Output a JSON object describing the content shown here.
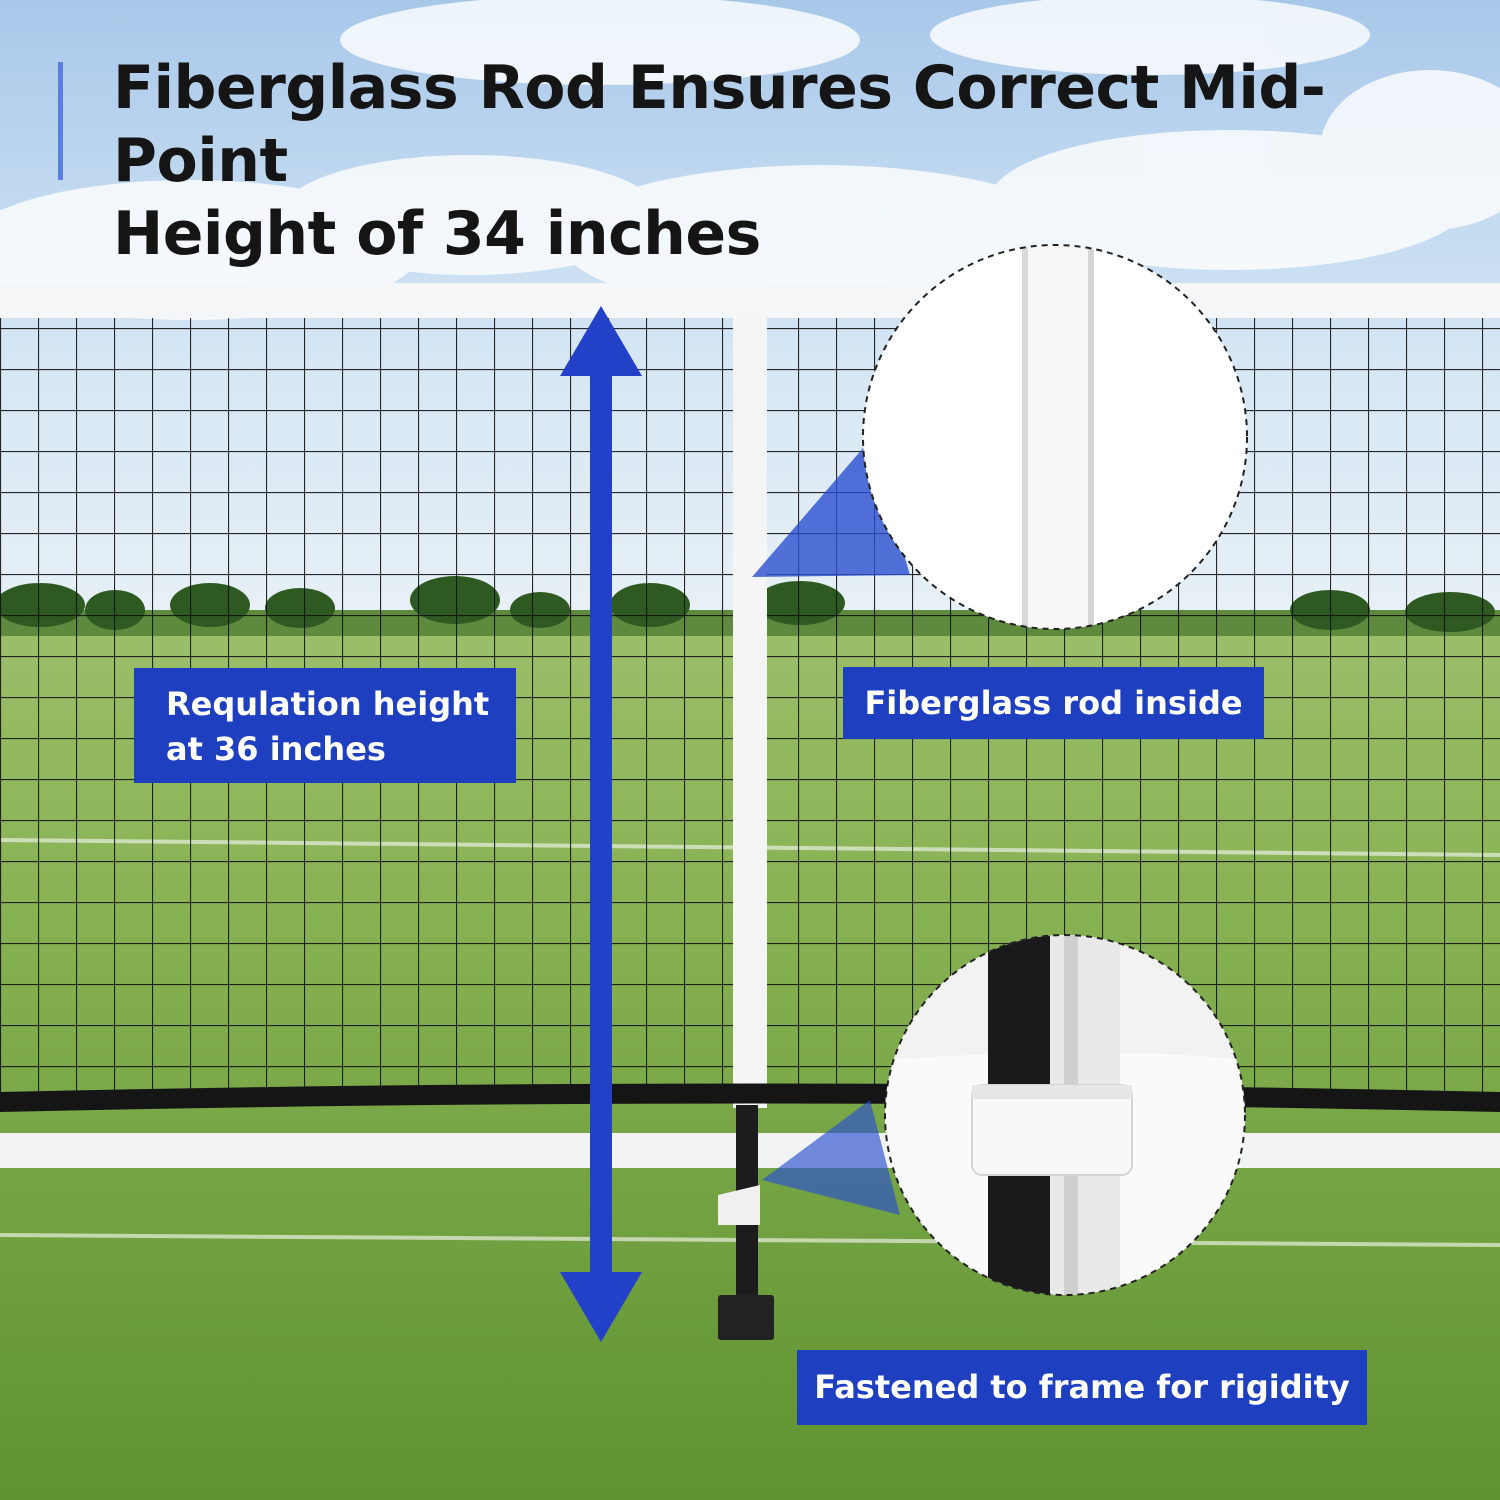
{
  "heading": {
    "line1": "Fiberglass Rod Ensures Correct Mid-Point",
    "line2": "Height of 34 inches"
  },
  "callouts": {
    "regulation_line1": "Requlation height",
    "regulation_line2": "at 36 inches",
    "fiberglass": "Fiberglass rod inside",
    "fastened": "Fastened to frame for rigidity"
  },
  "colors": {
    "accent_bar": "#5a7fe0",
    "label_blue": "#1e3fbf",
    "arrow_blue": "#2340c8",
    "net": "#111111",
    "grass": "#7fae4f",
    "sky": "#bcd6ee"
  },
  "icons": {
    "measure": "double-headed-arrow",
    "zoom_top": "zoom-circle-fiberglass-rod",
    "zoom_bottom": "zoom-circle-velcro-strap"
  }
}
